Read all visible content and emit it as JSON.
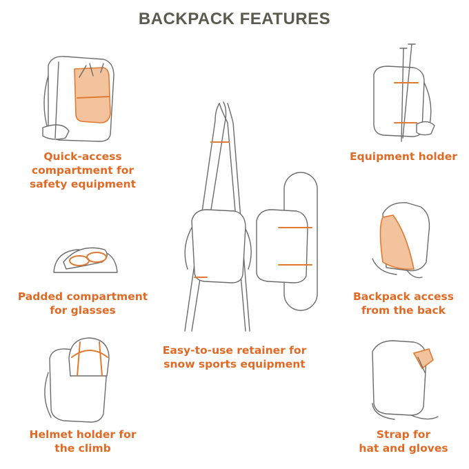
{
  "title": "BACKPACK FEATURES",
  "features": [
    {
      "id": "quick-access",
      "lines": [
        "Quick-access",
        "compartment for",
        "safety equipment"
      ]
    },
    {
      "id": "equipment-holder",
      "lines": [
        "Equipment holder"
      ]
    },
    {
      "id": "padded-compartment",
      "lines": [
        "Padded compartment",
        "for glasses"
      ]
    },
    {
      "id": "back-access",
      "lines": [
        "Backpack access",
        "from the back"
      ]
    },
    {
      "id": "snow-retainer",
      "lines": [
        "Easy-to-use retainer for",
        "snow sports equipment"
      ]
    },
    {
      "id": "helmet-holder",
      "lines": [
        "Helmet holder for",
        "the climb"
      ]
    },
    {
      "id": "strap",
      "lines": [
        "Strap for",
        "hat and gloves"
      ]
    }
  ],
  "colors": {
    "accent": "#e06a25",
    "title": "#5b5a4f",
    "line": "#6a6a6a"
  }
}
